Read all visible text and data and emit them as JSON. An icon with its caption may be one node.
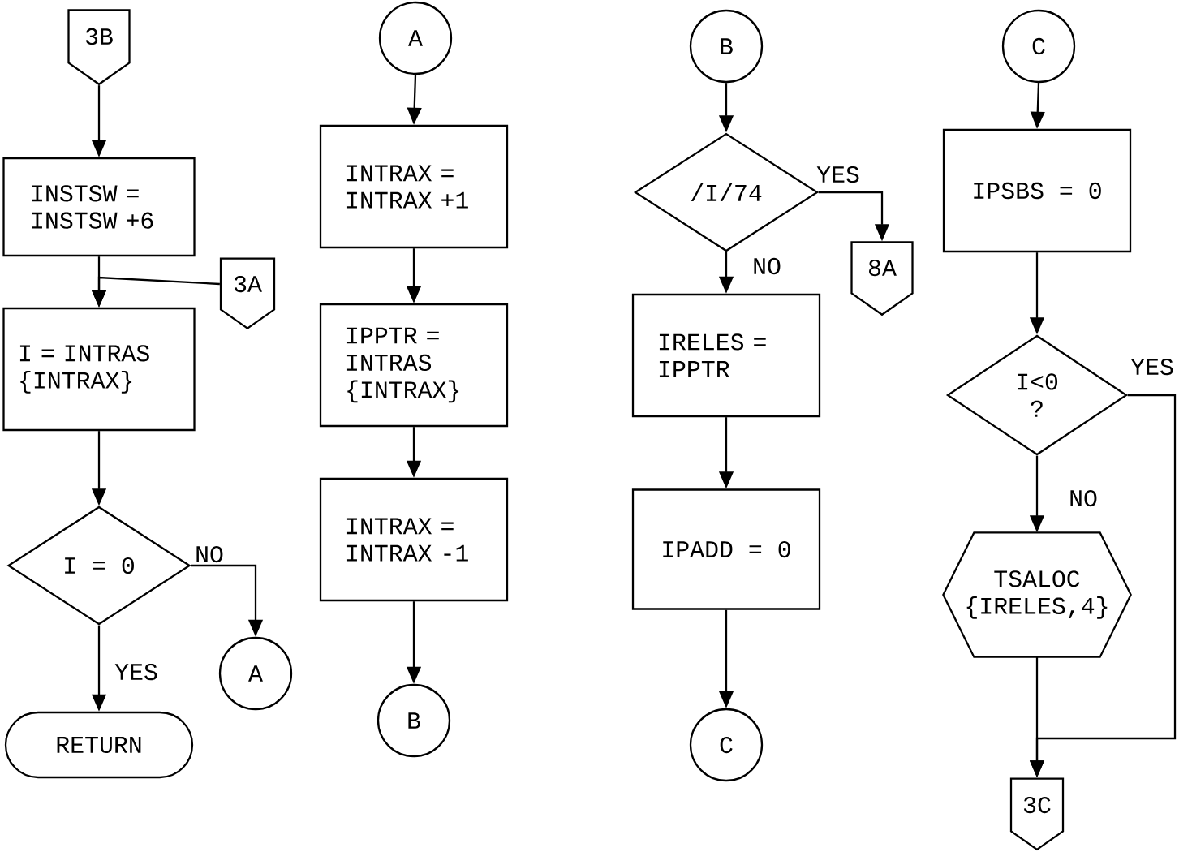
{
  "diagram": {
    "nodes": [
      {
        "text": [
          "3B"
        ]
      },
      {
        "text": [
          "INSTSW = INSTSW +6"
        ]
      },
      {
        "text": [
          "3A"
        ]
      },
      {
        "text": [
          "I = INTRAS {INTRAX}"
        ]
      },
      {
        "text": [
          "I = 0"
        ]
      },
      {
        "text": [
          "A"
        ]
      },
      {
        "text": [
          "RETURN"
        ]
      },
      {
        "text": [
          "A"
        ]
      },
      {
        "text": [
          "INTRAX = INTRAX +1"
        ]
      },
      {
        "text": [
          "IPPTR = INTRAS {INTRAX}"
        ]
      },
      {
        "text": [
          "INTRAX = INTRAX -1"
        ]
      },
      {
        "text": [
          "B"
        ]
      },
      {
        "text": [
          "B"
        ]
      },
      {
        "text": [
          "/I/74"
        ]
      },
      {
        "text": [
          "8A"
        ]
      },
      {
        "text": [
          "IRELES = IPPTR"
        ]
      },
      {
        "text": [
          "IPADD = 0"
        ]
      },
      {
        "text": [
          "C"
        ]
      },
      {
        "text": [
          "C"
        ]
      },
      {
        "text": [
          "IPSBS = 0"
        ]
      },
      {
        "text": [
          "I<0 ?"
        ]
      },
      {
        "text": [
          "TSALOC {IRELES,4}"
        ]
      },
      {
        "text": [
          "3C"
        ]
      }
    ],
    "edges": [
      {
        "from": 0,
        "to": 1,
        "arrow": "to"
      },
      {
        "from": 1,
        "to": 3,
        "arrow": "to"
      },
      {
        "from": 2,
        "to": 3,
        "arrow": "to"
      },
      {
        "from": 3,
        "to": 4,
        "arrow": "to"
      },
      {
        "from": 4,
        "to": 5,
        "arrow": "to",
        "label": "NO"
      },
      {
        "from": 4,
        "to": 6,
        "arrow": "to",
        "label": "YES"
      },
      {
        "from": 7,
        "to": 8,
        "arrow": "to"
      },
      {
        "from": 8,
        "to": 9,
        "arrow": "to"
      },
      {
        "from": 9,
        "to": 10,
        "arrow": "to"
      },
      {
        "from": 10,
        "to": 11,
        "arrow": "to"
      },
      {
        "from": 12,
        "to": 13,
        "arrow": "to"
      },
      {
        "from": 13,
        "to": 14,
        "arrow": "to",
        "label": "YES"
      },
      {
        "from": 13,
        "to": 15,
        "arrow": "to",
        "label": "NO"
      },
      {
        "from": 15,
        "to": 16,
        "arrow": "to"
      },
      {
        "from": 16,
        "to": 17,
        "arrow": "to"
      },
      {
        "from": 18,
        "to": 19,
        "arrow": "to"
      },
      {
        "from": 19,
        "to": 20,
        "arrow": "to"
      },
      {
        "from": 20,
        "to": 21,
        "arrow": "to",
        "label": "NO"
      },
      {
        "from": 20,
        "to": 22,
        "arrow": "to",
        "label": "YES"
      },
      {
        "from": 21,
        "to": 22,
        "arrow": "to"
      }
    ]
  }
}
